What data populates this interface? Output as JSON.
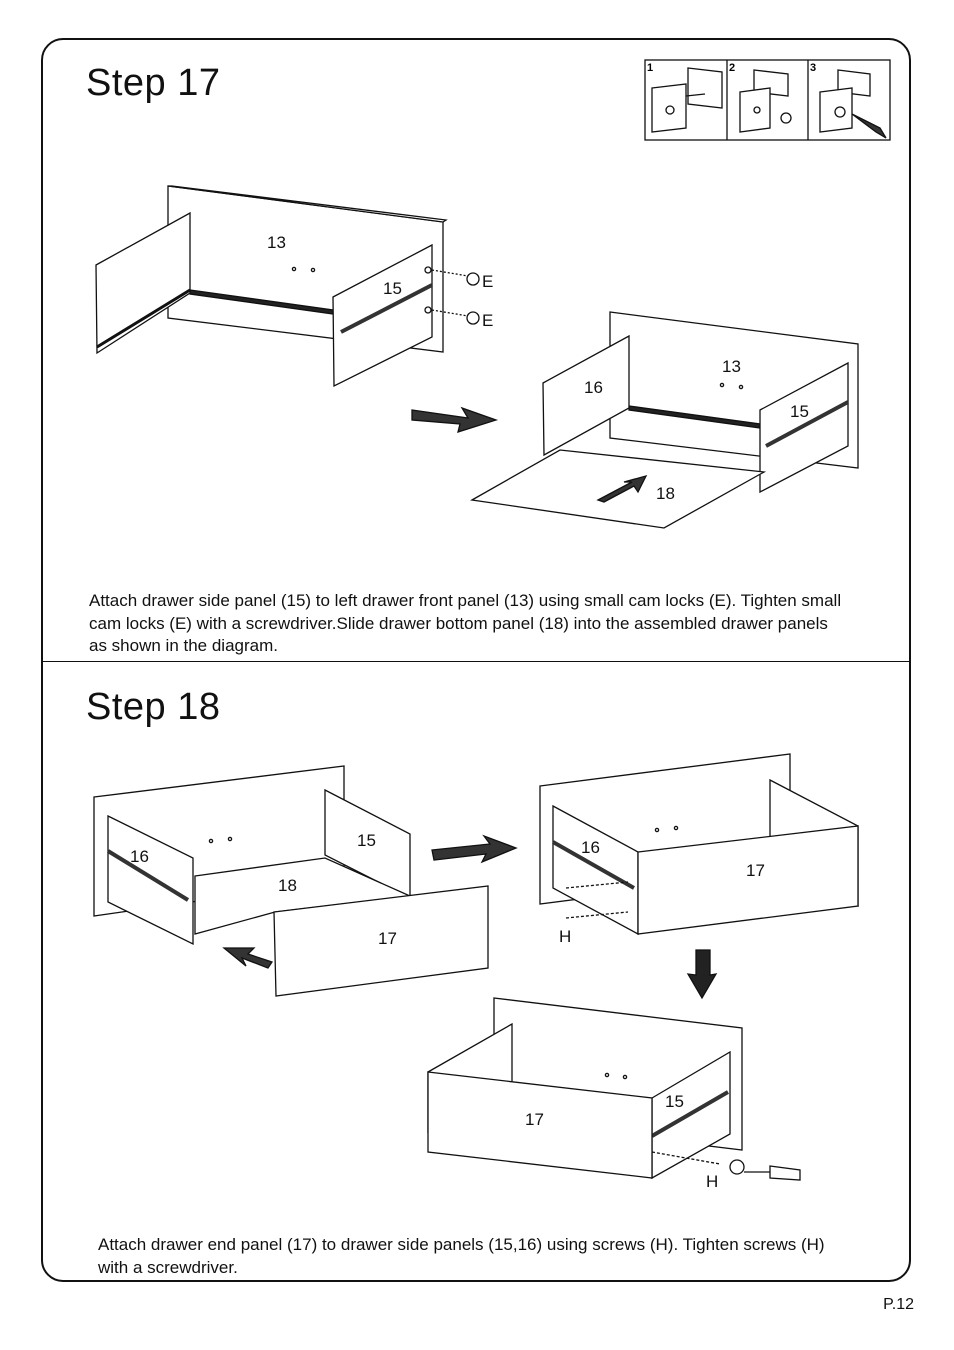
{
  "step17": {
    "title": "Step  17",
    "inset_numbers": [
      "1",
      "2",
      "3"
    ],
    "parts": {
      "front": "13",
      "side_right": "15",
      "side_left": "16",
      "bottom": "18",
      "camlock_a": "E",
      "camlock_b": "E"
    },
    "instruction": "Attach drawer side panel (15) to left drawer front panel (13) using small cam locks (E). Tighten small cam locks (E) with a screwdriver.Slide drawer bottom panel (18) into the assembled drawer panels as shown in the diagram."
  },
  "step18": {
    "title": "Step  18",
    "parts": {
      "side_left": "16",
      "side_right": "15",
      "bottom": "18",
      "end": "17",
      "screw": "H"
    },
    "instruction": "Attach drawer end panel (17) to drawer side panels (15,16) using screws (H). Tighten screws (H) with a screwdriver."
  },
  "page_number": "P.12"
}
